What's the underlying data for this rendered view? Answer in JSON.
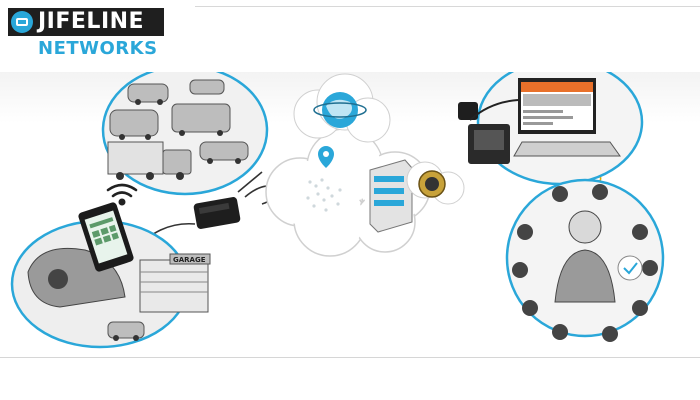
{
  "brand": {
    "logo_word": "JIFELINE",
    "logo_subword": "NETWORKS",
    "primary_color": "#2aa7d9",
    "dark_color": "#1f1f1f"
  },
  "illustration": {
    "garage_sign": "GARAGE",
    "icons": [
      "vehicles-icon",
      "wifi-icon",
      "obd-adapter-icon",
      "tablet-icon",
      "cloud-icon",
      "globe-icon",
      "server-icon",
      "map-pin-icon",
      "laptop-icon",
      "specialist-icon"
    ]
  }
}
